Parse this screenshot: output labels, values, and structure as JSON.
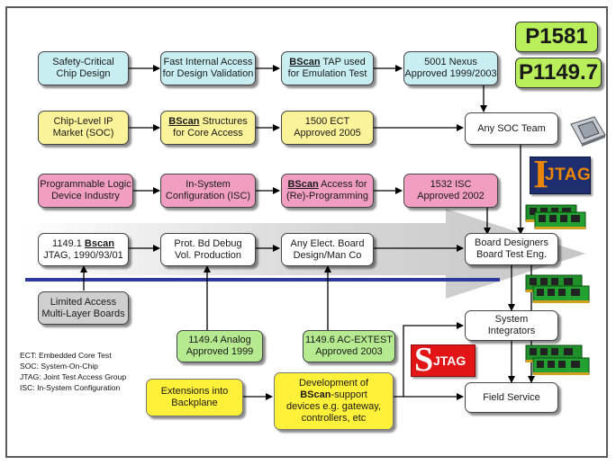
{
  "standards": {
    "p1581": "P1581",
    "p1149_7": "P1149.7"
  },
  "boxes": {
    "safety": {
      "line1": "Safety-Critical",
      "line2": "Chip Design"
    },
    "fast": {
      "line1": "Fast Internal Access",
      "line2": "for Design Validation"
    },
    "bscan_tap": {
      "bold": "BScan",
      "rest": " TAP used",
      "line2": "for Emulation Test"
    },
    "nexus": {
      "line1": "5001 Nexus",
      "line2": "Approved 1999/2003"
    },
    "soc_team": {
      "line1": "Any SOC Team"
    },
    "chip_ip": {
      "line1": "Chip-Level IP",
      "line2": "Market (SOC)"
    },
    "bscan_struct": {
      "bold": "BScan",
      "rest": " Structures",
      "line2": "for Core Access"
    },
    "ect": {
      "line1": "1500 ECT",
      "line2": "Approved 2005"
    },
    "plogic": {
      "line1": "Programmable Logic",
      "line2": "Device Industry"
    },
    "isc_cfg": {
      "line1": "In-System",
      "line2": "Configuration (ISC)"
    },
    "bscan_prog": {
      "bold": "BScan",
      "rest": " Access for",
      "line2": "(Re)-Programming"
    },
    "isc1532": {
      "line1": "1532 ISC",
      "line2": "Approved 2002"
    },
    "jtag1149": {
      "pre": "1149.1 ",
      "bold": "Bscan",
      "line2": "JTAG, 1990/93/01"
    },
    "prot": {
      "line1": "Prot. Bd Debug",
      "line2": "Vol. Production"
    },
    "elect": {
      "line1": "Any Elect. Board",
      "line2": "Design/Man Co"
    },
    "board_des": {
      "line1": "Board Designers",
      "line2": "Board Test Eng."
    },
    "limited": {
      "line1": "Limited Access",
      "line2": "Multi-Layer Boards"
    },
    "analog": {
      "line1": "1149.4 Analog",
      "line2": "Approved 1999"
    },
    "acextest": {
      "line1": "1149.6 AC-EXTEST",
      "line2": "Approved 2003"
    },
    "sysint": {
      "line1": "System",
      "line2": "Integrators"
    },
    "ext": {
      "line1": "Extensions into",
      "line2": "Backplane"
    },
    "dev": {
      "line1": "Development of",
      "bold": "BScan",
      "rest": "-support",
      "line3": "devices e.g. gateway,",
      "line4": "controllers, etc"
    },
    "field": {
      "line1": "Field Service"
    }
  },
  "legend": [
    "ECT: Embedded Core Test",
    "SOC: System-On-Chip",
    "JTAG: Joint Test Access Group",
    "ISC: In-System Configuration"
  ],
  "logos": {
    "ijtag_letter": "I",
    "ijtag_text": "JTAG",
    "sjtag_letter": "S",
    "sjtag_text": "JTAG"
  },
  "colors": {
    "cyan": "#c8eef2",
    "yellow": "#fbf39a",
    "pink": "#f19ec0",
    "green": "#b6ea90",
    "gold": "#fff03a",
    "standard": "#b8ef5a",
    "blue_line": "#2b3a9c",
    "logo_orange": "#e8860a",
    "logo_navy": "#1f2e6e",
    "logo_red": "#e11515"
  }
}
